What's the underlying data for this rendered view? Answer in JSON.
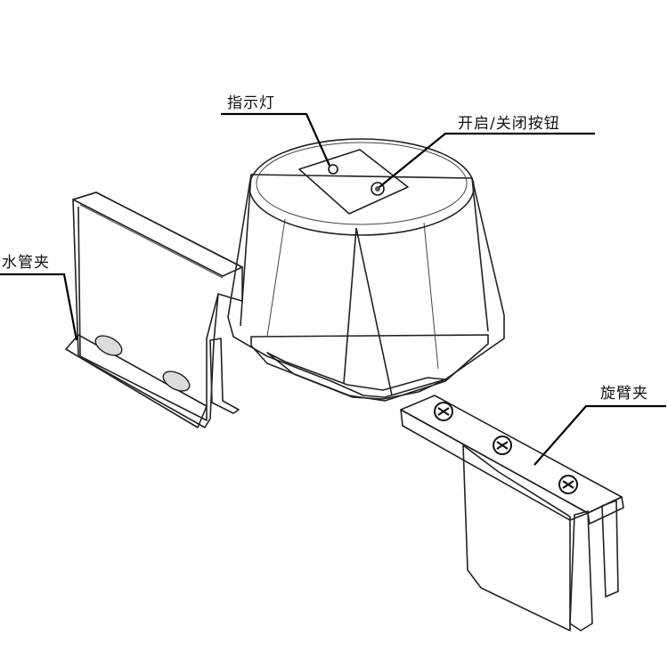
{
  "labels": {
    "indicator": "指示灯",
    "button": "开启/关闭按钮",
    "pipe_clamp": "水管夹",
    "arm_clamp": "旋臂夹"
  },
  "colors": {
    "line": "#222222",
    "fill": "#ffffff",
    "shade": "#e4e4e4",
    "panel": "#efefef"
  }
}
